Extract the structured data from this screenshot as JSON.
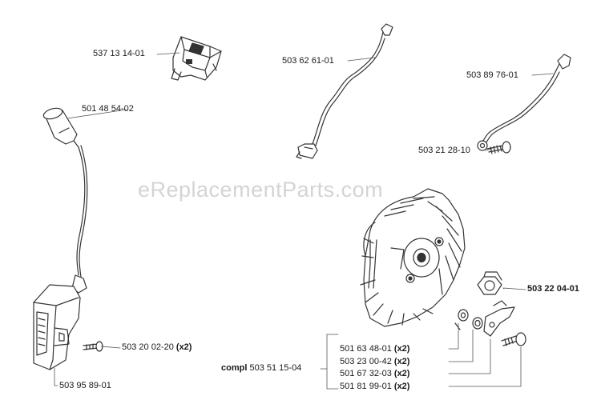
{
  "watermark": "eReplacementParts.com",
  "callouts": {
    "connector": "537 13 14-01",
    "lead_middle": "503 62 61-01",
    "lead_right": "503 89 76-01",
    "lead_screw": "503 21 28-10",
    "plug_cap": "501 48 54-02",
    "coil_screw": "503 20 02-20",
    "coil_screw_qty": "(x2)",
    "ignition_module": "503 95 89-01",
    "nut": "503 22 04-01",
    "flywheel_kit_prefix": "compl",
    "flywheel_kit": "503 51 15-04",
    "kit_part_1": "501 63 48-01",
    "kit_part_1_qty": "(x2)",
    "kit_part_2": "503 23 00-42",
    "kit_part_2_qty": "(x2)",
    "kit_part_3": "501 67 32-03",
    "kit_part_3_qty": "(x2)",
    "kit_part_4": "501 81 99-01",
    "kit_part_4_qty": "(x2)"
  },
  "colors": {
    "line": "#333333",
    "label": "#1a1a1a",
    "watermark": "#d4d4d4"
  }
}
